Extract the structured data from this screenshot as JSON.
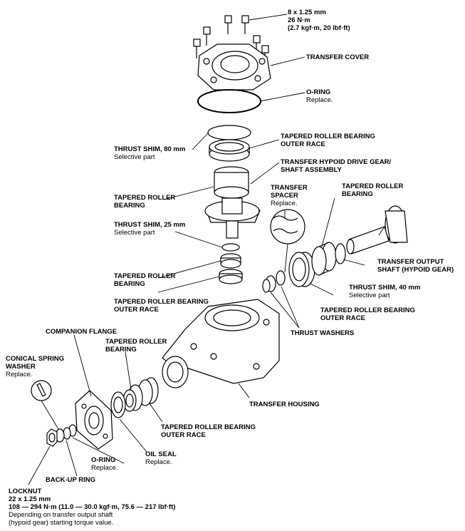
{
  "labels": {
    "bolts": {
      "l1": "8 x 1.25 mm",
      "l2": "26 N·m",
      "l3": "(2.7 kgf·m, 20 lbf·ft)"
    },
    "transfer_cover": "TRANSFER COVER",
    "oring_top": {
      "title": "O-RING",
      "note": "Replace."
    },
    "thrust_shim_80": {
      "title": "THRUST SHIM, 80 mm",
      "note": "Selective part"
    },
    "trb_outer_race_top": {
      "l1": "TAPERED ROLLER BEARING",
      "l2": "OUTER RACE"
    },
    "hypoid_drive_gear": {
      "l1": "TRANSFER HYPOID DRIVE GEAR/",
      "l2": "SHAFT ASSEMBLY"
    },
    "trb_left": {
      "l1": "TAPERED ROLLER",
      "l2": "BEARING"
    },
    "transfer_spacer": {
      "l1": "TRANSFER",
      "l2": "SPACER",
      "note": "Replace."
    },
    "trb_right": {
      "l1": "TAPERED ROLLER",
      "l2": "BEARING"
    },
    "thrust_shim_25": {
      "title": "THRUST SHIM, 25 mm",
      "note": "Selective part"
    },
    "output_shaft": {
      "l1": "TRANSFER OUTPUT",
      "l2": "SHAFT (HYPOID GEAR)"
    },
    "trb_mid": {
      "l1": "TAPERED ROLLER",
      "l2": "BEARING"
    },
    "thrust_shim_40": {
      "title": "THRUST SHIM, 40 mm",
      "note": "Selective part"
    },
    "trb_outer_race_mid": {
      "l1": "TAPERED ROLLER BEARING",
      "l2": "OUTER RACE"
    },
    "trb_outer_race_right": {
      "l1": "TAPERED ROLLER BEARING",
      "l2": "OUTER RACE"
    },
    "thrust_washers": "THRUST WASHERS",
    "companion_flange": "COMPANION FLANGE",
    "trb_lower": {
      "l1": "TAPERED ROLLER",
      "l2": "BEARING"
    },
    "conical_washer": {
      "l1": "CONICAL SPRING",
      "l2": "WASHER",
      "note": "Replace."
    },
    "transfer_housing": "TRANSFER HOUSING",
    "trb_outer_race_lower": {
      "l1": "TAPERED ROLLER BEARING",
      "l2": "OUTER RACE"
    },
    "oring_lower": {
      "title": "O-RING",
      "note": "Replace."
    },
    "oil_seal": {
      "title": "OIL SEAL",
      "note": "Replace."
    },
    "backup_ring": "BACK-UP RING",
    "locknut": {
      "l1": "LOCKNUT",
      "l2": "22 x 1.25 mm",
      "l3": "108 — 294 N·m (11.0 — 30.0 kgf·m, 75.6 — 217 lbf·ft)",
      "n1": "Depending on transfer output shaft",
      "n2": "(hypoid gear) starting torque value."
    }
  }
}
